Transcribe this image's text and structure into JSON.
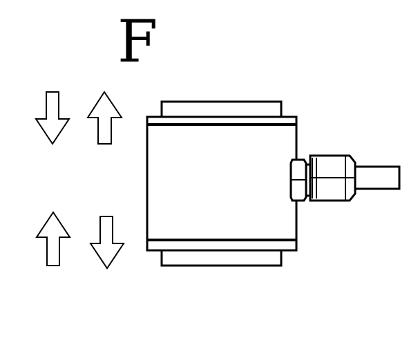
{
  "diagram": {
    "force_label": "F",
    "arrows": [
      {
        "id": "top-left",
        "direction": "down"
      },
      {
        "id": "top-right",
        "direction": "up"
      },
      {
        "id": "bottom-left",
        "direction": "up"
      },
      {
        "id": "bottom-right",
        "direction": "down"
      }
    ],
    "colors": {
      "stroke": "#000000",
      "fill": "#ffffff"
    }
  }
}
